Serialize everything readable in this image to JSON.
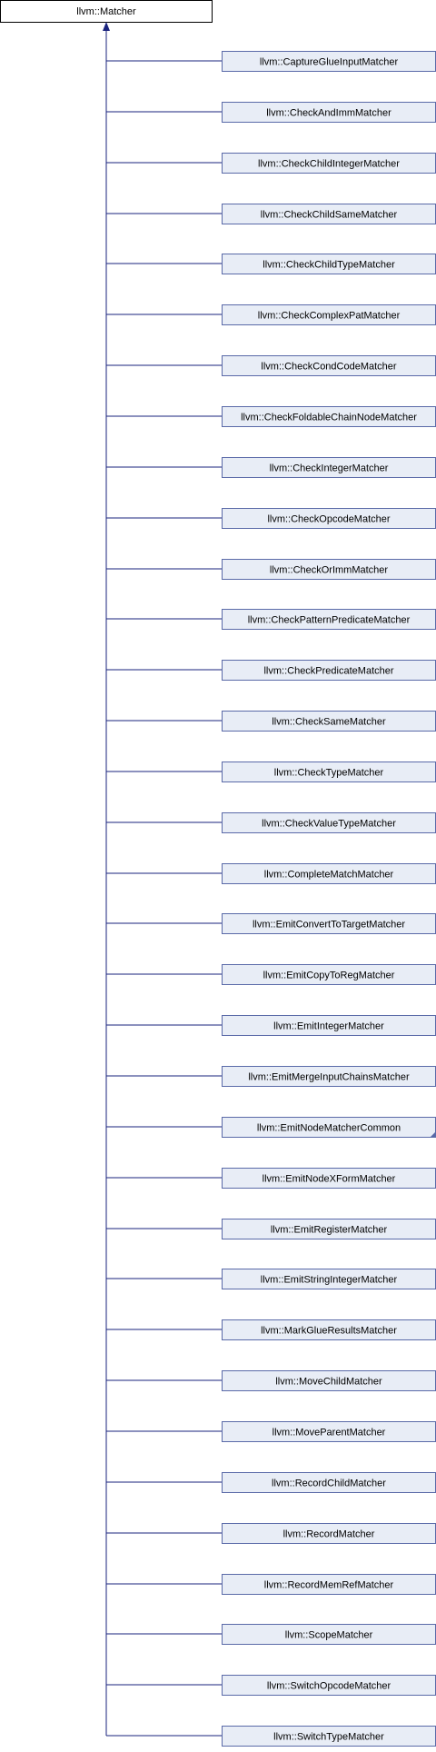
{
  "root": {
    "label": "llvm::Matcher"
  },
  "colors": {
    "edge": "#1a237e",
    "node_fill": "#e8edf6",
    "node_border": "#5a6aa8",
    "root_fill": "#ffffff",
    "root_border": "#000000"
  },
  "children": [
    {
      "label": "llvm::CaptureGlueInputMatcher"
    },
    {
      "label": "llvm::CheckAndImmMatcher"
    },
    {
      "label": "llvm::CheckChildIntegerMatcher"
    },
    {
      "label": "llvm::CheckChildSameMatcher"
    },
    {
      "label": "llvm::CheckChildTypeMatcher"
    },
    {
      "label": "llvm::CheckComplexPatMatcher"
    },
    {
      "label": "llvm::CheckCondCodeMatcher"
    },
    {
      "label": "llvm::CheckFoldableChainNodeMatcher"
    },
    {
      "label": "llvm::CheckIntegerMatcher"
    },
    {
      "label": "llvm::CheckOpcodeMatcher"
    },
    {
      "label": "llvm::CheckOrImmMatcher"
    },
    {
      "label": "llvm::CheckPatternPredicateMatcher"
    },
    {
      "label": "llvm::CheckPredicateMatcher"
    },
    {
      "label": "llvm::CheckSameMatcher"
    },
    {
      "label": "llvm::CheckTypeMatcher"
    },
    {
      "label": "llvm::CheckValueTypeMatcher"
    },
    {
      "label": "llvm::CompleteMatchMatcher"
    },
    {
      "label": "llvm::EmitConvertToTargetMatcher"
    },
    {
      "label": "llvm::EmitCopyToRegMatcher"
    },
    {
      "label": "llvm::EmitIntegerMatcher"
    },
    {
      "label": "llvm::EmitMergeInputChainsMatcher"
    },
    {
      "label": "llvm::EmitNodeMatcherCommon",
      "has_subclasses": true
    },
    {
      "label": "llvm::EmitNodeXFormMatcher"
    },
    {
      "label": "llvm::EmitRegisterMatcher"
    },
    {
      "label": "llvm::EmitStringIntegerMatcher"
    },
    {
      "label": "llvm::MarkGlueResultsMatcher"
    },
    {
      "label": "llvm::MoveChildMatcher"
    },
    {
      "label": "llvm::MoveParentMatcher"
    },
    {
      "label": "llvm::RecordChildMatcher"
    },
    {
      "label": "llvm::RecordMatcher"
    },
    {
      "label": "llvm::RecordMemRefMatcher"
    },
    {
      "label": "llvm::ScopeMatcher"
    },
    {
      "label": "llvm::SwitchOpcodeMatcher"
    },
    {
      "label": "llvm::SwitchTypeMatcher"
    }
  ]
}
